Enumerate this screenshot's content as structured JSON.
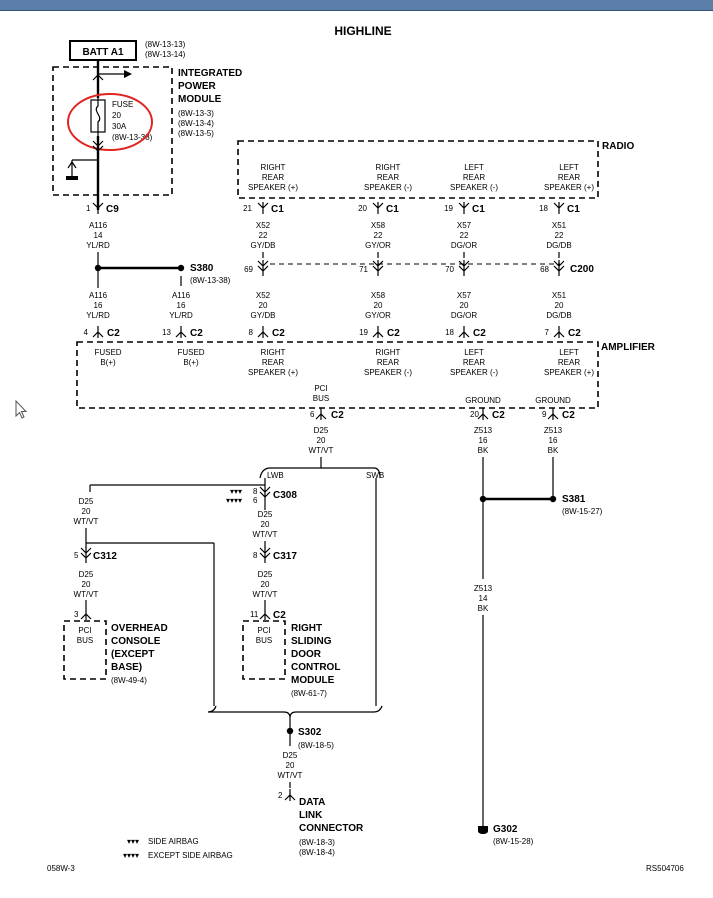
{
  "title": "HIGHLINE",
  "batt": {
    "label": "BATT A1",
    "ref1": "(8W-13-13)",
    "ref2": "(8W-13-14)"
  },
  "ipm": {
    "l1": "INTEGRATED",
    "l2": "POWER",
    "l3": "MODULE",
    "ref1": "(8W-13-3)",
    "ref2": "(8W-13-4)",
    "ref3": "(8W-13-5)",
    "fuse": {
      "l1": "FUSE",
      "l2": "20",
      "l3": "30A",
      "l4": "(8W-13-38)"
    }
  },
  "c9": {
    "pin": "1",
    "name": "C9"
  },
  "wire_a116_top": {
    "c": "A116",
    "g": "14",
    "col": "YL/RD"
  },
  "s380": {
    "name": "S380",
    "ref": "(8W-13-38)"
  },
  "wire_a116_left": {
    "c": "A116",
    "g": "16",
    "col": "YL/RD"
  },
  "wire_a116_right": {
    "c": "A116",
    "g": "16",
    "col": "YL/RD"
  },
  "radio": {
    "label": "RADIO"
  },
  "radio_pins": [
    {
      "l1": "RIGHT",
      "l2": "REAR",
      "l3": "SPEAKER (+)",
      "pin": "21",
      "conn": "C1"
    },
    {
      "l1": "RIGHT",
      "l2": "REAR",
      "l3": "SPEAKER (-)",
      "pin": "20",
      "conn": "C1"
    },
    {
      "l1": "LEFT",
      "l2": "REAR",
      "l3": "SPEAKER (-)",
      "pin": "19",
      "conn": "C1"
    },
    {
      "l1": "LEFT",
      "l2": "REAR",
      "l3": "SPEAKER (+)",
      "pin": "18",
      "conn": "C1"
    }
  ],
  "spk_wires_top": [
    {
      "c": "X52",
      "g": "22",
      "col": "GY/DB"
    },
    {
      "c": "X58",
      "g": "22",
      "col": "GY/OR"
    },
    {
      "c": "X57",
      "g": "22",
      "col": "DG/OR"
    },
    {
      "c": "X51",
      "g": "22",
      "col": "DG/DB"
    }
  ],
  "c200": {
    "name": "C200",
    "pins": [
      "69",
      "71",
      "70",
      "68"
    ]
  },
  "spk_wires_bot": [
    {
      "c": "X52",
      "g": "20",
      "col": "GY/DB"
    },
    {
      "c": "X58",
      "g": "20",
      "col": "GY/OR"
    },
    {
      "c": "X57",
      "g": "20",
      "col": "DG/OR"
    },
    {
      "c": "X51",
      "g": "20",
      "col": "DG/DB"
    }
  ],
  "amp": {
    "label": "AMPLIFIER"
  },
  "amp_pins": [
    {
      "pin": "4",
      "conn": "C2",
      "l1": "FUSED",
      "l2": "B(+)",
      "l3": ""
    },
    {
      "pin": "13",
      "conn": "C2",
      "l1": "FUSED",
      "l2": "B(+)",
      "l3": ""
    },
    {
      "pin": "8",
      "conn": "C2",
      "l1": "RIGHT",
      "l2": "REAR",
      "l3": "SPEAKER (+)"
    },
    {
      "pin": "19",
      "conn": "C2",
      "l1": "RIGHT",
      "l2": "REAR",
      "l3": "SPEAKER (-)"
    },
    {
      "pin": "18",
      "conn": "C2",
      "l1": "LEFT",
      "l2": "REAR",
      "l3": "SPEAKER (-)"
    },
    {
      "pin": "7",
      "conn": "C2",
      "l1": "LEFT",
      "l2": "REAR",
      "l3": "SPEAKER (+)"
    }
  ],
  "pci": {
    "l1": "PCI",
    "l2": "BUS",
    "pin": "6",
    "conn": "C2"
  },
  "gnd1": {
    "label": "GROUND",
    "pin": "20",
    "conn": "C2"
  },
  "gnd2": {
    "label": "GROUND",
    "pin": "9",
    "conn": "C2"
  },
  "wire_d25_a": {
    "c": "D25",
    "g": "20",
    "col": "WT/VT"
  },
  "wire_z513_a": {
    "c": "Z513",
    "g": "16",
    "col": "BK"
  },
  "wire_z513_b": {
    "c": "Z513",
    "g": "16",
    "col": "BK"
  },
  "lwb": "LWB",
  "swb": "SWB",
  "c308": {
    "name": "C308",
    "pin_a": "8",
    "pin_b": "6",
    "mk_a": "▾▾▾",
    "mk_b": "▾▾▾▾"
  },
  "s381": {
    "name": "S381",
    "ref": "(8W-15-27)"
  },
  "wire_d25_b": {
    "c": "D25",
    "g": "20",
    "col": "WT/VT"
  },
  "wire_d25_c": {
    "c": "D25",
    "g": "20",
    "col": "WT/VT"
  },
  "c312": {
    "pin": "5",
    "name": "C312"
  },
  "c317": {
    "pin": "8",
    "name": "C317"
  },
  "wire_d25_d": {
    "c": "D25",
    "g": "20",
    "col": "WT/VT"
  },
  "wire_d25_e": {
    "c": "D25",
    "g": "20",
    "col": "WT/VT"
  },
  "wire_z513_c": {
    "c": "Z513",
    "g": "14",
    "col": "BK"
  },
  "overhead": {
    "pin": "3",
    "pci1": "PCI",
    "pci2": "BUS",
    "l1": "OVERHEAD",
    "l2": "CONSOLE",
    "l3": "(EXCEPT",
    "l4": "BASE)",
    "ref": "(8W-49-4)"
  },
  "sliding": {
    "pin": "11",
    "conn": "C2",
    "pci1": "PCI",
    "pci2": "BUS",
    "l1": "RIGHT",
    "l2": "SLIDING",
    "l3": "DOOR",
    "l4": "CONTROL",
    "l5": "MODULE",
    "ref": "(8W-61-7)"
  },
  "s302": {
    "name": "S302",
    "ref": "(8W-18-5)"
  },
  "wire_d25_f": {
    "c": "D25",
    "g": "20",
    "col": "WT/VT"
  },
  "dlc": {
    "pin": "2",
    "l1": "DATA",
    "l2": "LINK",
    "l3": "CONNECTOR",
    "ref1": "(8W-18-3)",
    "ref2": "(8W-18-4)"
  },
  "g302": {
    "name": "G302",
    "ref": "(8W-15-28)"
  },
  "legend": [
    {
      "mk": "▾▾▾",
      "text": "SIDE AIRBAG"
    },
    {
      "mk": "▾▾▾▾",
      "text": "EXCEPT SIDE AIRBAG"
    }
  ],
  "footer": {
    "left": "058W-3",
    "right": "RS504706"
  },
  "colors": {
    "highlight": "#e0231e",
    "topbar": "#5b7fa8"
  }
}
